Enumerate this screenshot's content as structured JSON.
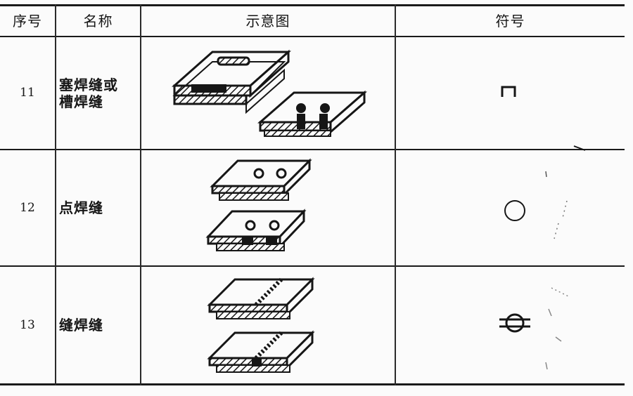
{
  "header": {
    "no": "序号",
    "name": "名称",
    "diagram": "示意图",
    "symbol": "符号"
  },
  "rows": [
    {
      "no": "11",
      "name": "塞焊缝或\n槽焊缝",
      "symbol_icon": "plug-slot-weld-symbol"
    },
    {
      "no": "12",
      "name": "点焊缝",
      "symbol_icon": "spot-weld-symbol"
    },
    {
      "no": "13",
      "name": "缝焊缝",
      "symbol_icon": "seam-weld-symbol"
    }
  ],
  "colors": {
    "ink": "#161616",
    "paper": "#fbfbfb"
  }
}
